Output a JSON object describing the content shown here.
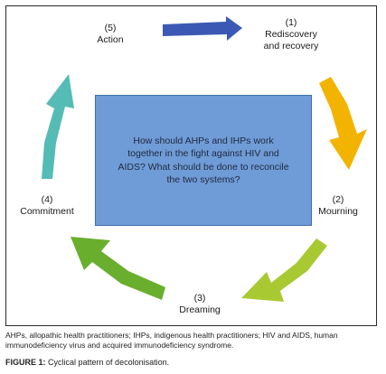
{
  "stages": {
    "action": {
      "number": "(5)",
      "name": "Action"
    },
    "rediscovery": {
      "number": "(1)",
      "name_line1": "Rediscovery",
      "name_line2": "and recovery"
    },
    "mourning": {
      "number": "(2)",
      "name": "Mourning"
    },
    "dreaming": {
      "number": "(3)",
      "name": "Dreaming"
    },
    "commitment": {
      "number": "(4)",
      "name": "Commitment"
    }
  },
  "center_question": "How should AHPs and IHPs work together in the fight against HIV and AIDS? What should be done to reconcile the two systems?",
  "footnote": "AHPs, allopathic health practitioners; IHPs, indigenous health practitioners; HIV and AIDS, human immunodeficiency virus and acquired immunodeficiency syndrome.",
  "caption": {
    "label": "FIGURE 1:",
    "text": "Cyclical pattern of decolonisation."
  },
  "colors": {
    "arrow_action_to_rediscovery": "#3b59b4",
    "arrow_rediscovery_to_mourning": "#f2b400",
    "arrow_mourning_to_dreaming": "#a8c932",
    "arrow_dreaming_to_commitment": "#6aae2e",
    "arrow_commitment_to_action": "#54bcb5",
    "center_box": "#6f9bd6"
  }
}
